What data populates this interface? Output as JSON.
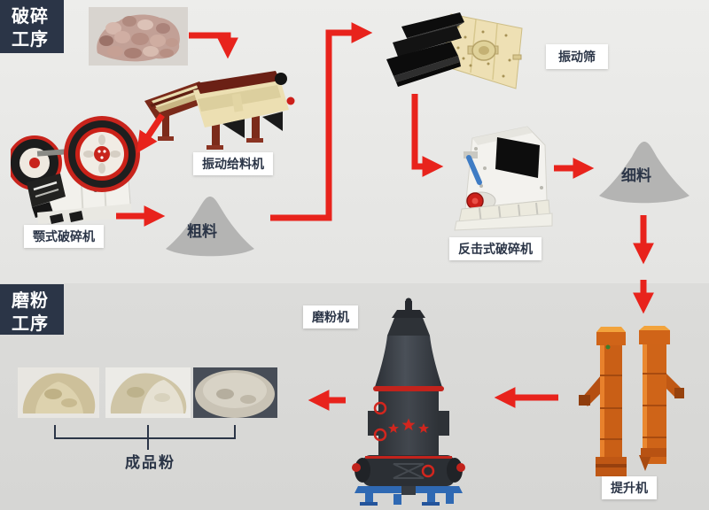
{
  "sections": {
    "crushing": {
      "line1": "破碎",
      "line2": "工序"
    },
    "grinding": {
      "line1": "磨粉",
      "line2": "工序"
    }
  },
  "labels": {
    "vibrating_feeder": "振动给料机",
    "jaw_crusher": "颚式破碎机",
    "coarse_material": "粗料",
    "vibrating_screen": "振动筛",
    "impact_crusher": "反击式破碎机",
    "fine_material": "细料",
    "elevator": "提升机",
    "grinding_mill": "磨粉机",
    "finished_powder": "成品粉"
  },
  "process_flow": [
    "振动给料机",
    "颚式破碎机",
    "粗料",
    "振动筛",
    "反击式破碎机",
    "细料",
    "提升机",
    "磨粉机",
    "成品粉"
  ],
  "colors": {
    "section_box": "#2b3547",
    "arrow": "#e8231c",
    "top_background": "#eaeae8",
    "bottom_background": "#d9d9d7",
    "cone": "#b4b4b3",
    "label_text": "#2b3547",
    "label_background": "#ffffff"
  }
}
